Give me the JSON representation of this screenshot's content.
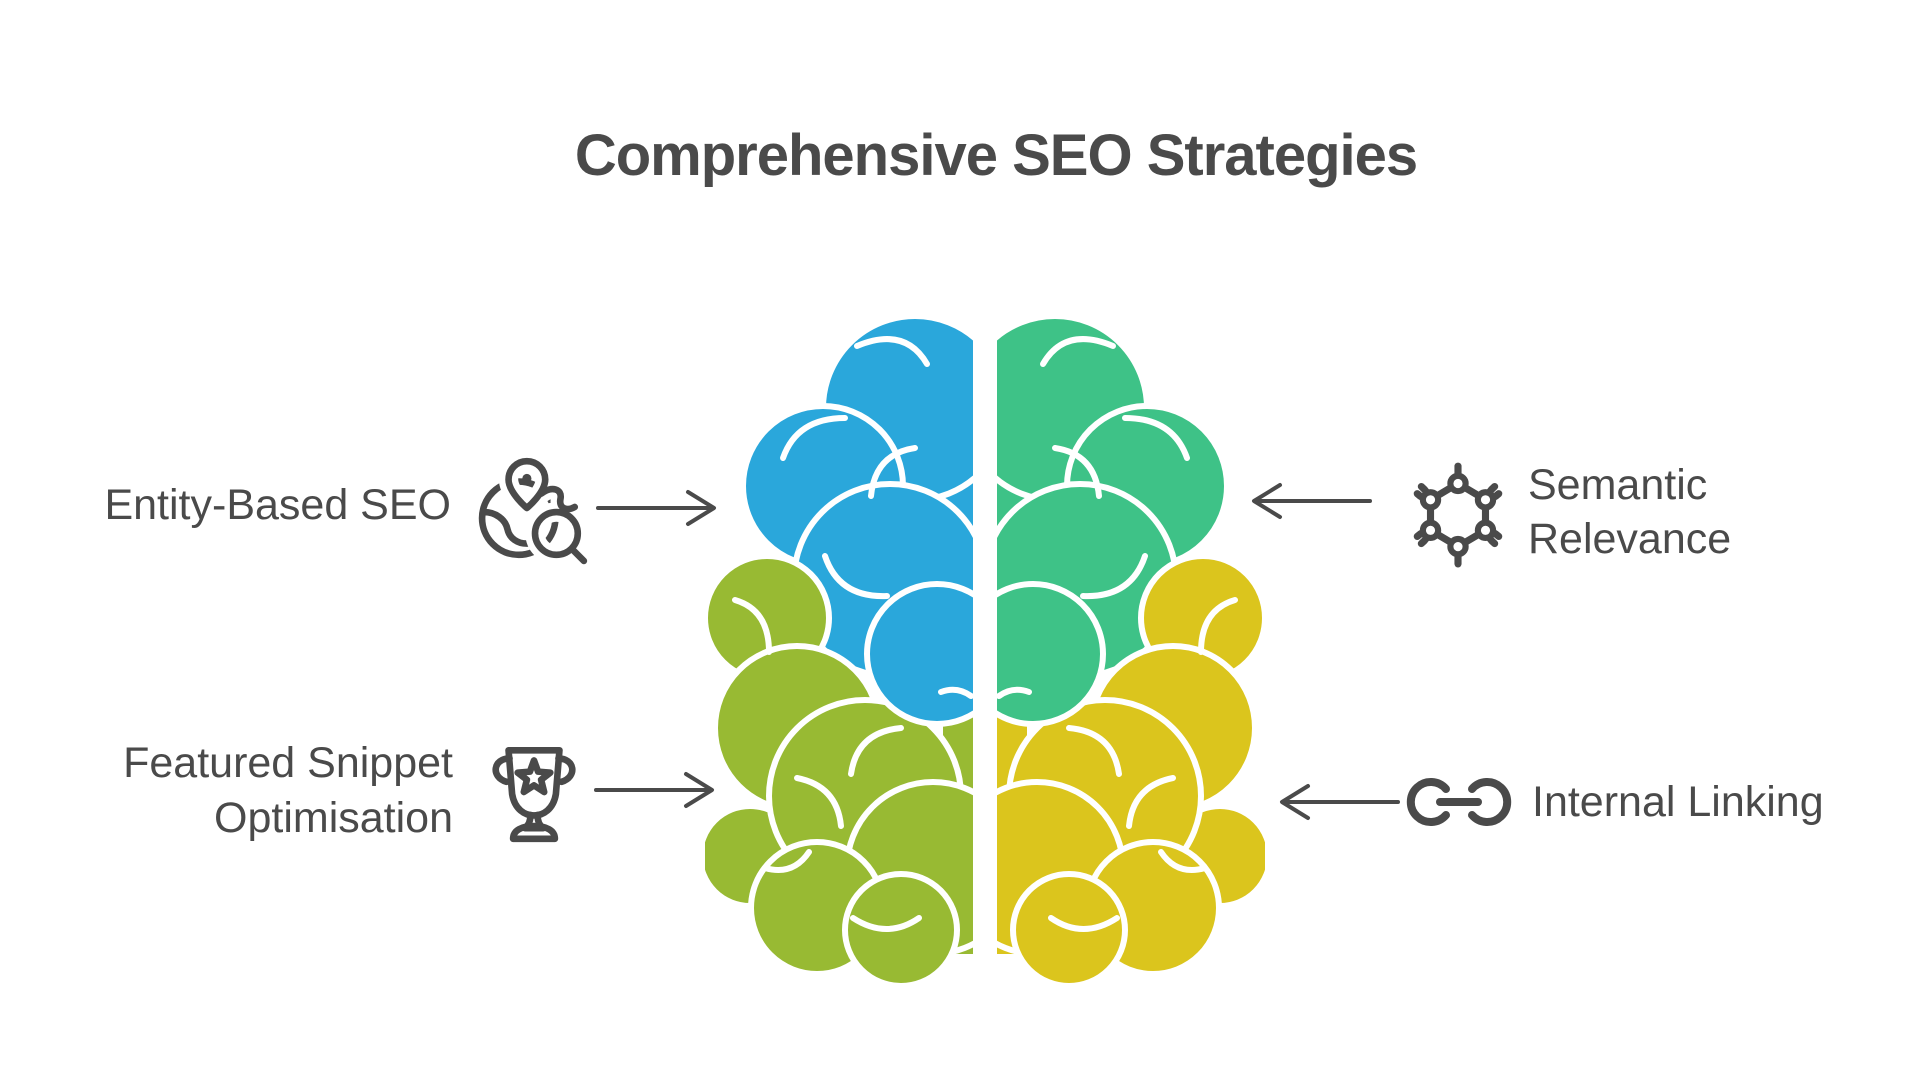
{
  "title": "Comprehensive SEO Strategies",
  "colors": {
    "blue": "#2AA7DB",
    "green": "#3EC287",
    "olive": "#98BA33",
    "yellow": "#DBC51D",
    "ink": "#4A4A4A"
  },
  "callouts": {
    "entity": {
      "label": "Entity-Based SEO",
      "icon": "globe-search-icon",
      "arrow": "right"
    },
    "featured": {
      "line1": "Featured Snippet",
      "line2": "Optimisation",
      "icon": "trophy-icon",
      "arrow": "right"
    },
    "semantic": {
      "line1": "Semantic",
      "line2": "Relevance",
      "icon": "molecule-icon",
      "arrow": "left"
    },
    "internal": {
      "label": "Internal Linking",
      "icon": "chain-link-icon",
      "arrow": "left"
    }
  },
  "brain": {
    "quadrants": {
      "top_left": "blue",
      "top_right": "green",
      "bottom_left": "olive",
      "bottom_right": "yellow"
    }
  }
}
